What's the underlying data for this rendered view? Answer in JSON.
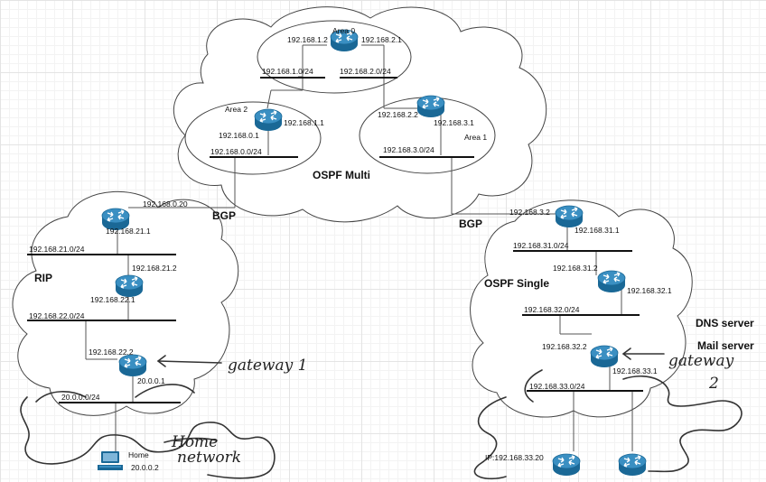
{
  "colors": {
    "router": "#1a6896",
    "router_arrow": "#ffffff",
    "line": "#111111"
  },
  "icons": {
    "router": "router-icon",
    "pc": "computer-icon"
  },
  "ospf_multi": {
    "title": "OSPF Multi",
    "area0": {
      "label": "Area 0",
      "ip_left": "192.168.1.2",
      "ip_right": "192.168.2.1",
      "net_left": "192.168.1.0/24",
      "net_right": "192.168.2.0/24"
    },
    "area2": {
      "label": "Area 2",
      "ip_upper": "192.168.1.1",
      "ip_lower": "192.168.0.1",
      "net": "192.168.0.0/24"
    },
    "area1": {
      "label": "Area 1",
      "ip_upper": "192.168.2.2",
      "ip_lower": "192.168.3.1",
      "net": "192.168.3.0/24"
    }
  },
  "bgp_left": {
    "label": "BGP",
    "ip": "192.168.0.20"
  },
  "bgp_right": {
    "label": "BGP",
    "ip": "192.168.3.2"
  },
  "rip": {
    "title": "RIP",
    "r1_ip": "192.168.21.1",
    "net1": "192.168.21.0/24",
    "r2_ip_upper": "192.168.21.2",
    "r2_ip_lower": "192.168.22.1",
    "net2": "192.168.22.0/24",
    "r3_ip_upper": "192.168.22.2",
    "r3_ip_lower": "20.0.0.1",
    "net3": "20.0.0.0/24",
    "gateway_note": "gateway 1",
    "home_label": "Home",
    "home_ip": "20.0.0.2",
    "home_note_line1": "Home",
    "home_note_line2": "network"
  },
  "ospf_single": {
    "title": "OSPF Single",
    "r1_ip": "192.168.31.1",
    "net1": "192.168.31.0/24",
    "r2_ip_upper": "192.168.31.2",
    "r2_ip_right": "192.168.32.1",
    "net2": "192.168.32.0/24",
    "r3_ip_left": "192.168.32.2",
    "r3_ip_lower": "192.168.33.1",
    "net3": "192.168.33.0/24",
    "gateway_note_line1": "gateway",
    "gateway_note_line2": "2",
    "server_ip": "IP:192.168.33.20",
    "dns_label": "DNS server",
    "mail_label": "Mail server"
  }
}
